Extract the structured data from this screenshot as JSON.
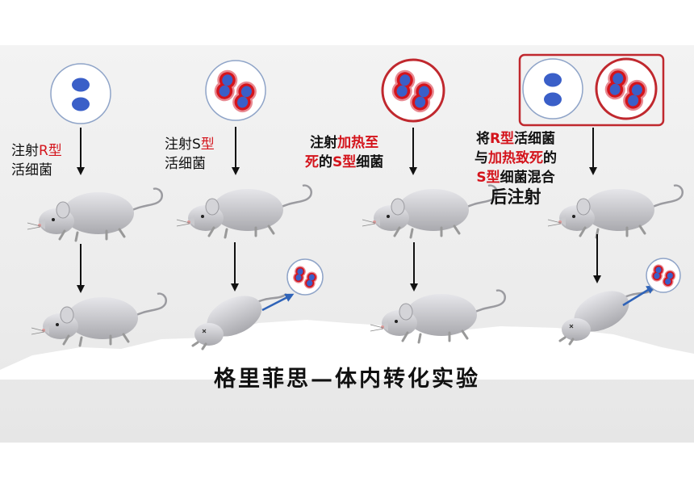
{
  "title": "格里菲思—体内转化实验",
  "experiments": [
    {
      "id": "exp1",
      "label_lines": [
        [
          {
            "text": "注射",
            "red": false
          },
          {
            "text": "R型",
            "red": true
          }
        ],
        [
          {
            "text": "活细菌",
            "red": false
          }
        ]
      ],
      "bacteria": "R",
      "outcome": "alive"
    },
    {
      "id": "exp2",
      "label_lines": [
        [
          {
            "text": "注射S",
            "red": false
          },
          {
            "text": "型",
            "red": true
          }
        ],
        [
          {
            "text": "活细菌",
            "red": false
          }
        ]
      ],
      "bacteria": "S",
      "outcome": "dead",
      "isolated_from_mouse": "S"
    },
    {
      "id": "exp3",
      "label_lines": [
        [
          {
            "text": "注射",
            "red": false
          },
          {
            "text": "加热至",
            "red": true
          }
        ],
        [
          {
            "text": "死",
            "red": true
          },
          {
            "text": "的",
            "red": false
          },
          {
            "text": "S型",
            "red": true
          },
          {
            "text": "细菌",
            "red": false
          }
        ]
      ],
      "bacteria": "heat-killed S",
      "outcome": "alive"
    },
    {
      "id": "exp4",
      "label_lines": [
        [
          {
            "text": "将",
            "red": false
          },
          {
            "text": "R型",
            "red": true
          },
          {
            "text": "活细菌",
            "red": false
          }
        ],
        [
          {
            "text": "与",
            "red": false
          },
          {
            "text": "加热致死",
            "red": true
          },
          {
            "text": "的",
            "red": false
          }
        ],
        [
          {
            "text": "S型",
            "red": true
          },
          {
            "text": "细菌混合",
            "red": false
          }
        ],
        [
          {
            "text": "后注射",
            "red": false,
            "big": true
          }
        ]
      ],
      "bacteria": "R + heat-killed S",
      "outcome": "dead",
      "isolated_from_mouse": "S"
    }
  ],
  "colors": {
    "r_bacteria": "#3a5fc8",
    "s_capsule": "#d4141c",
    "s_ring": "#e88a92",
    "label_red": "#d4141c",
    "arrow": "#111111",
    "isolation_arrow": "#2f63b8",
    "frame_red": "#c0282e"
  },
  "icons": [
    "mouse-icon",
    "r-bacteria-icon",
    "s-bacteria-icon",
    "down-arrow-icon"
  ]
}
